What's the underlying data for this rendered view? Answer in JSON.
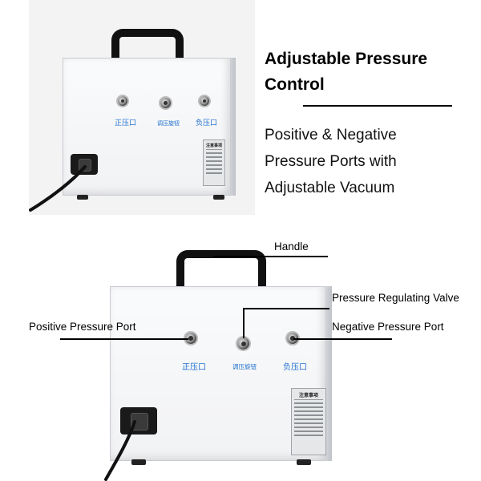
{
  "top_panel": {
    "headline_line1": "Adjustable Pressure",
    "headline_line2": "Control",
    "description_lines": [
      "Positive & Negative",
      "Pressure Ports with",
      "Adjustable Vacuum"
    ]
  },
  "device_labels": {
    "positive_port": "正压口",
    "regulator": "调压旋钮",
    "negative_port": "负压口",
    "warning_title": "注意事项"
  },
  "callouts": {
    "handle": "Handle",
    "pressure_regulating_valve": "Pressure Regulating Valve",
    "positive_pressure_port": "Positive Pressure Port",
    "negative_pressure_port": "Negative Pressure Port"
  },
  "colors": {
    "label_blue": "#1e6fd0",
    "handle_black": "#111111",
    "body_white": "#f5f6f7"
  }
}
